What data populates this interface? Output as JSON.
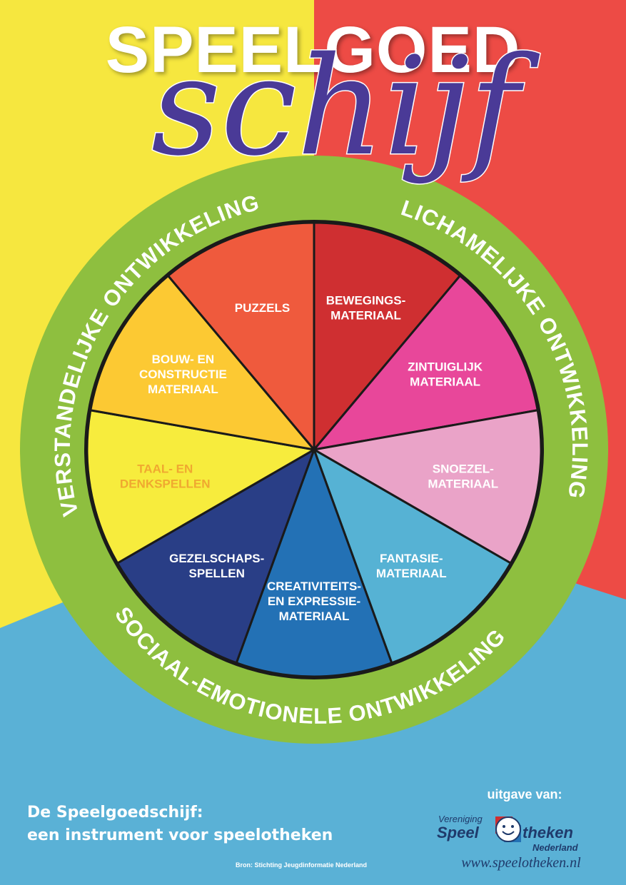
{
  "title": {
    "main": "SPEELGOED",
    "script": "schijf"
  },
  "ring": {
    "left": "VERSTANDELIJKE ONTWIKKELING",
    "right": "LICHAMELIJKE ONTWIKKELING",
    "bottom": "SOCIAAL-EMOTIONELE ONTWIKKELING",
    "color": "#8ebf3f"
  },
  "segments": [
    {
      "lines": [
        "BEWEGINGS-",
        "MATERIAAL"
      ],
      "color": "#cf2f31",
      "text_color": "#ffffff"
    },
    {
      "lines": [
        "ZINTUIGLIJK",
        "MATERIAAL"
      ],
      "color": "#e8479a",
      "text_color": "#ffffff"
    },
    {
      "lines": [
        "SNOEZEL-",
        "MATERIAAL"
      ],
      "color": "#eaa3c8",
      "text_color": "#ffffff"
    },
    {
      "lines": [
        "FANTASIE-",
        "MATERIAAL"
      ],
      "color": "#56b2d4",
      "text_color": "#ffffff"
    },
    {
      "lines": [
        "CREATIVITEITS-",
        "EN EXPRESSIE-",
        "MATERIAAL"
      ],
      "color": "#2371b5",
      "text_color": "#ffffff"
    },
    {
      "lines": [
        "GEZELSCHAPS-",
        "SPELLEN"
      ],
      "color": "#293e86",
      "text_color": "#ffffff"
    },
    {
      "lines": [
        "TAAL- EN",
        "DENKSPELLEN"
      ],
      "color": "#f7ec3d",
      "text_color": "#f0a830"
    },
    {
      "lines": [
        "BOUW- EN",
        "CONSTRUCTIE",
        "MATERIAAL"
      ],
      "color": "#fcc933",
      "text_color": "#ffffff"
    },
    {
      "lines": [
        "PUZZELS"
      ],
      "color": "#ef5a3d",
      "text_color": "#ffffff"
    }
  ],
  "footer": {
    "line1": "De Speelgoedschijf:",
    "line2": "een instrument voor speelotheken",
    "source": "Bron: Stichting Jeugdinformatie Nederland"
  },
  "publisher": {
    "label": "uitgave van:",
    "logo_top": "Vereniging",
    "logo_left": "Speel",
    "logo_right": "theken",
    "logo_bottom": "Nederland",
    "website": "www.speelotheken.nl"
  },
  "colors": {
    "yellow": "#f6e73f",
    "red": "#ed4b45",
    "blue": "#5ab1d6",
    "script": "#4a3a97"
  }
}
